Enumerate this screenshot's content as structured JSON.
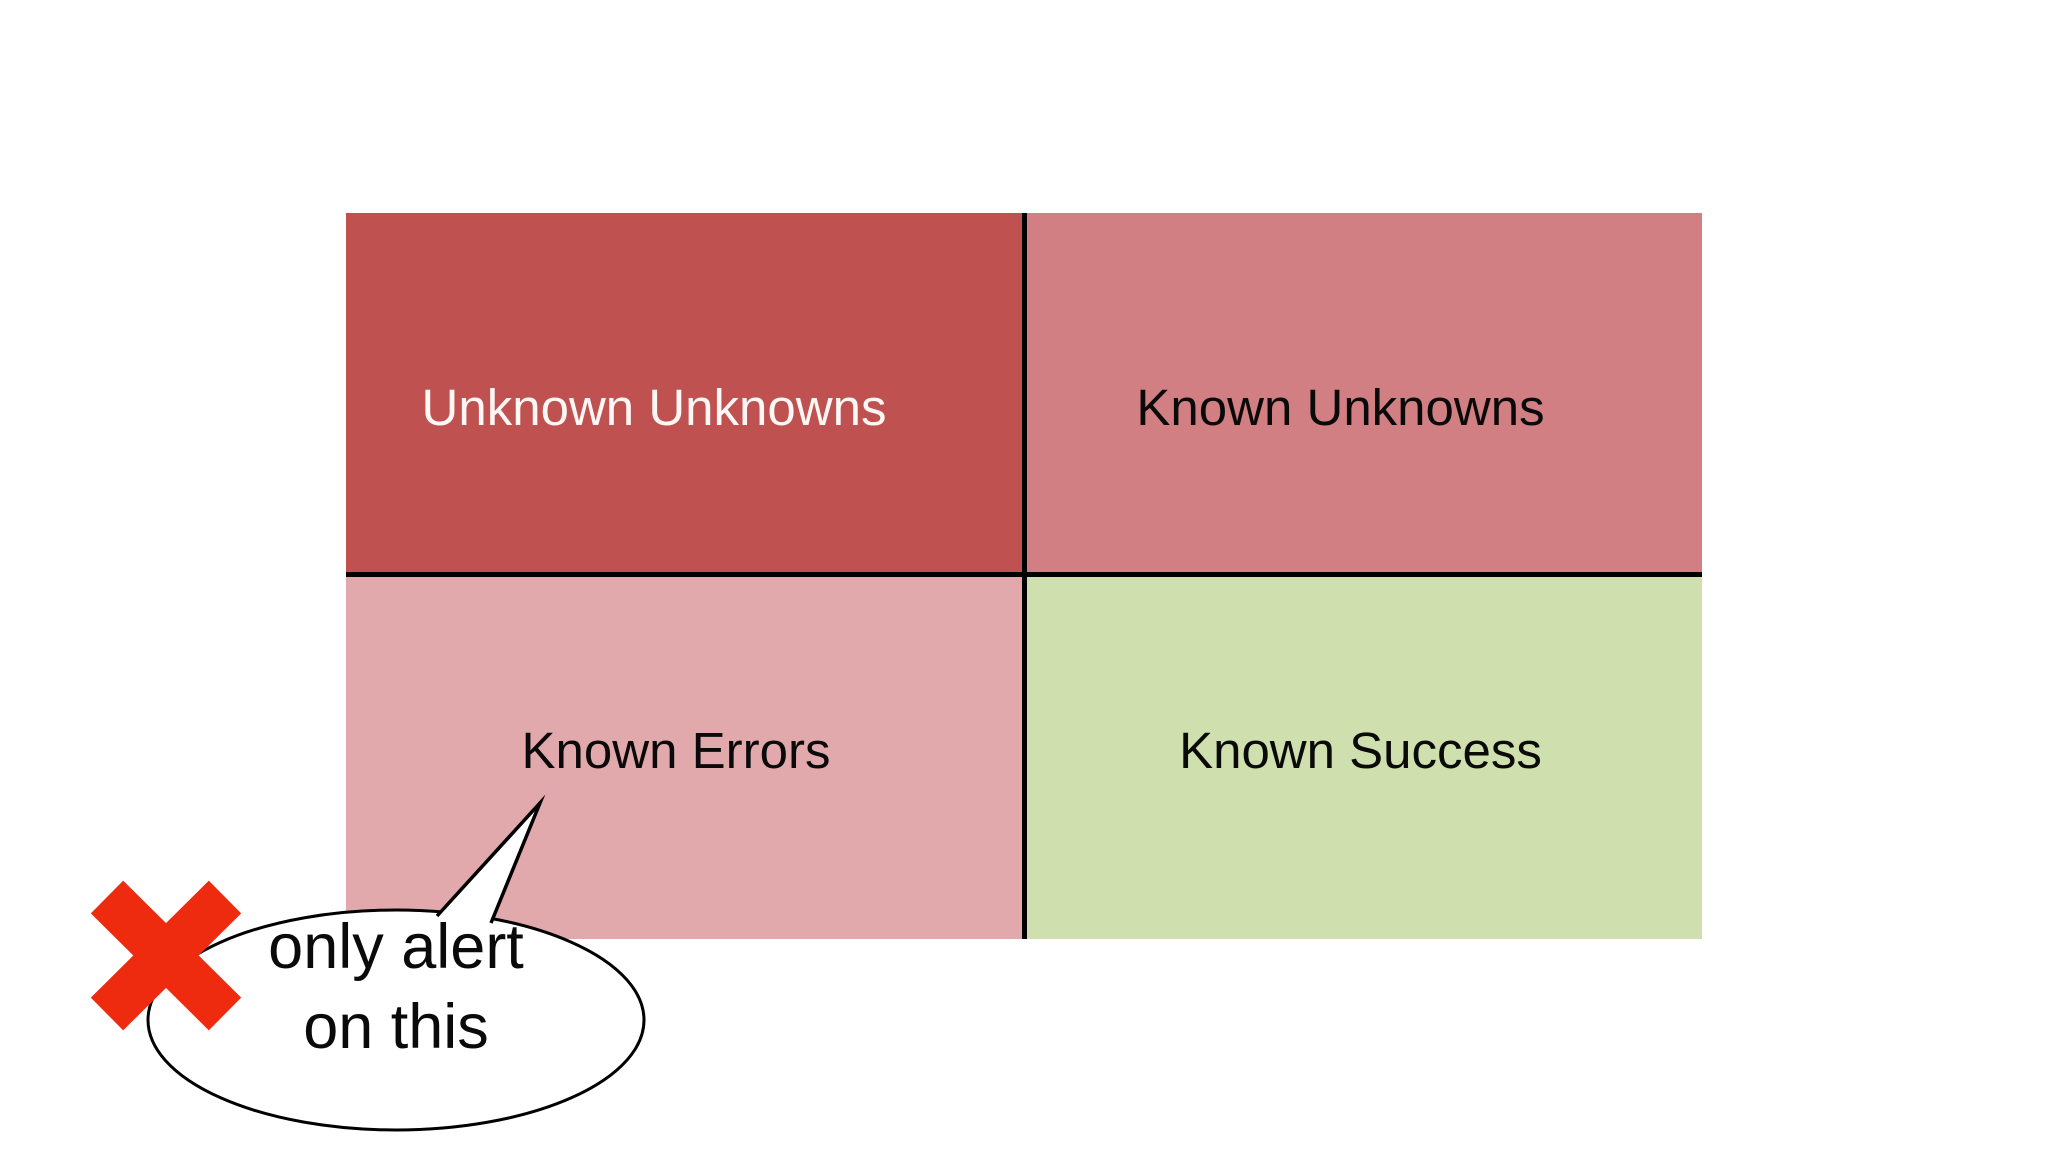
{
  "slide": {
    "background": "#ffffff",
    "divider_color": "#000000"
  },
  "quadrants": [
    {
      "position": "top-left",
      "label": "Unknown Unknowns",
      "bg": "#c05151",
      "text_color": "#fdf8f5"
    },
    {
      "position": "top-right",
      "label": "Known Unknowns",
      "bg": "#d17f82",
      "text_color": "#0a0a0a"
    },
    {
      "position": "bottom-left",
      "label": "Known Errors",
      "bg": "#e2a9ad",
      "text_color": "#0a0a0a"
    },
    {
      "position": "bottom-right",
      "label": "Known Success",
      "bg": "#cfdfad",
      "text_color": "#0a0a0a"
    }
  ],
  "annotation": {
    "bubble": {
      "line1": "only alert",
      "line2": "on this",
      "fill": "#ffffff",
      "outline": "#000000",
      "points_to": "Known Errors"
    },
    "x_marker": {
      "icon": "x-cross-icon",
      "color": "#ee2b0f"
    }
  }
}
